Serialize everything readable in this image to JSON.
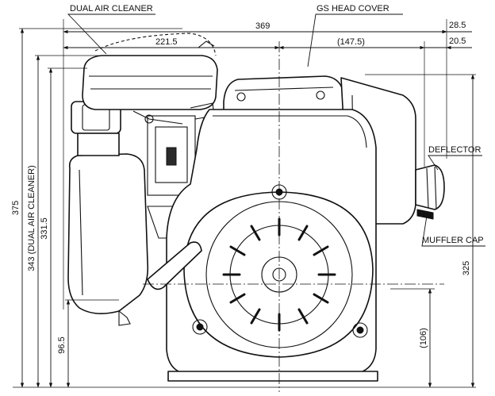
{
  "labels": {
    "dual_air_cleaner": "DUAL AIR CLEANER",
    "gs_head_cover": "GS HEAD COVER",
    "deflector": "DEFLECTOR",
    "muffler_cap": "MUFFLER CAP"
  },
  "dimensions": {
    "d369": "369",
    "d221_5": "221.5",
    "d147_5": "(147.5)",
    "d28_5": "28.5",
    "d20_5": "20.5",
    "d375": "375",
    "d343": "343 (DUAL AIR CLEANER)",
    "d331_5": "331.5",
    "d96_5": "96.5",
    "d325": "325",
    "d106": "(106)"
  }
}
